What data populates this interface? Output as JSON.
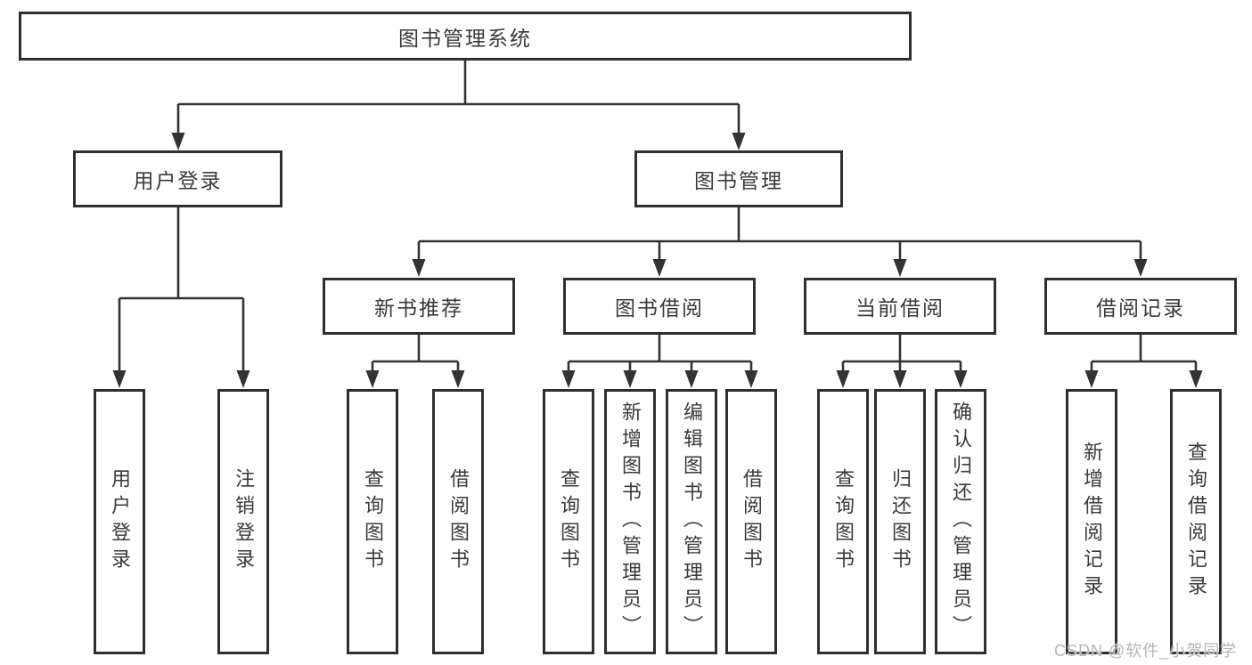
{
  "diagram": {
    "root": {
      "label": "图书管理系统"
    },
    "children": [
      {
        "label": "用户登录",
        "children": [
          {
            "label": "用户登录"
          },
          {
            "label": "注销登录"
          }
        ]
      },
      {
        "label": "图书管理",
        "children": [
          {
            "label": "新书推荐",
            "children": [
              {
                "label": "查询图书"
              },
              {
                "label": "借阅图书"
              }
            ]
          },
          {
            "label": "图书借阅",
            "children": [
              {
                "label": "查询图书"
              },
              {
                "label": "新增图书（管理员）"
              },
              {
                "label": "编辑图书（管理员）"
              },
              {
                "label": "借阅图书"
              }
            ]
          },
          {
            "label": "当前借阅",
            "children": [
              {
                "label": "查询图书"
              },
              {
                "label": "归还图书"
              },
              {
                "label": "确认归还（管理员）"
              }
            ]
          },
          {
            "label": "借阅记录",
            "children": [
              {
                "label": "新增借阅记录"
              },
              {
                "label": "查询借阅记录"
              }
            ]
          }
        ]
      }
    ]
  },
  "watermark": {
    "text": "CSDN @软件_小贺同学"
  },
  "colors": {
    "line": "#333333",
    "box_border": "#2f2f2f",
    "text": "#3a3a3a",
    "watermark": "#b5b5b5",
    "background": "#ffffff"
  }
}
